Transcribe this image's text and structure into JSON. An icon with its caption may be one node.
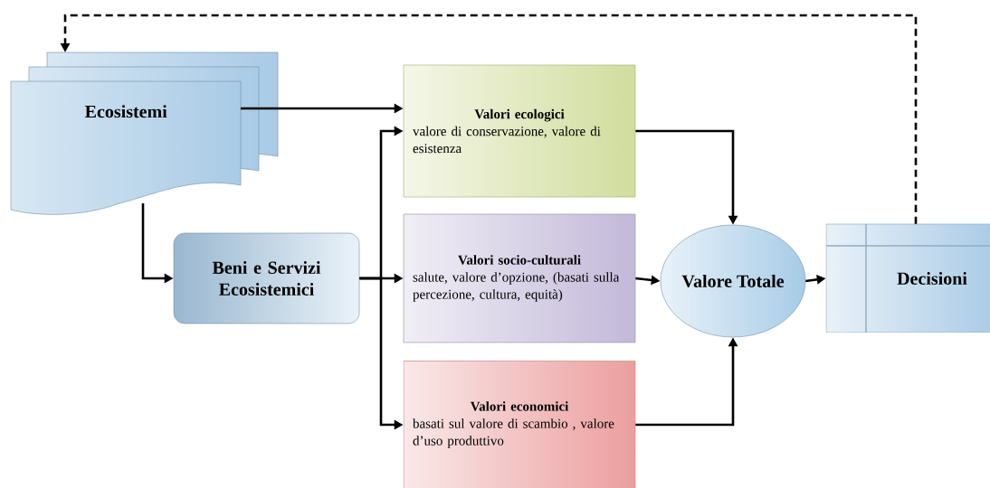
{
  "diagram": {
    "nodes": [
      {
        "text": [
          "Ecosistemi"
        ]
      },
      {
        "text": [
          "Beni e Servizi Ecosistemici"
        ]
      },
      {
        "text": [
          "Valori ecologici",
          "valore di conservazione, valore di esistenza"
        ]
      },
      {
        "text": [
          "Valori socio-culturali",
          "salute, valore d’opzione, (basati sulla percezione, cultura, equità)"
        ]
      },
      {
        "text": [
          "Valori economici",
          "basati sul valore di scambio , valore d’uso produttivo"
        ]
      },
      {
        "text": [
          "Valore Totale"
        ]
      },
      {
        "text": [
          "Decisioni"
        ]
      }
    ],
    "edges": [
      {
        "from": 0,
        "to": 2,
        "arrow": "to"
      },
      {
        "from": 0,
        "to": 1,
        "arrow": "to"
      },
      {
        "from": 1,
        "to": 2,
        "arrow": "to"
      },
      {
        "from": 1,
        "to": 3,
        "arrow": "to"
      },
      {
        "from": 1,
        "to": 4,
        "arrow": "to"
      },
      {
        "from": 2,
        "to": 5,
        "arrow": "to"
      },
      {
        "from": 3,
        "to": 5,
        "arrow": "to"
      },
      {
        "from": 4,
        "to": 5,
        "arrow": "to"
      },
      {
        "from": 5,
        "to": 6,
        "arrow": "to"
      },
      {
        "from": 6,
        "to": 0,
        "arrow": "to",
        "style": "dashed"
      }
    ]
  }
}
